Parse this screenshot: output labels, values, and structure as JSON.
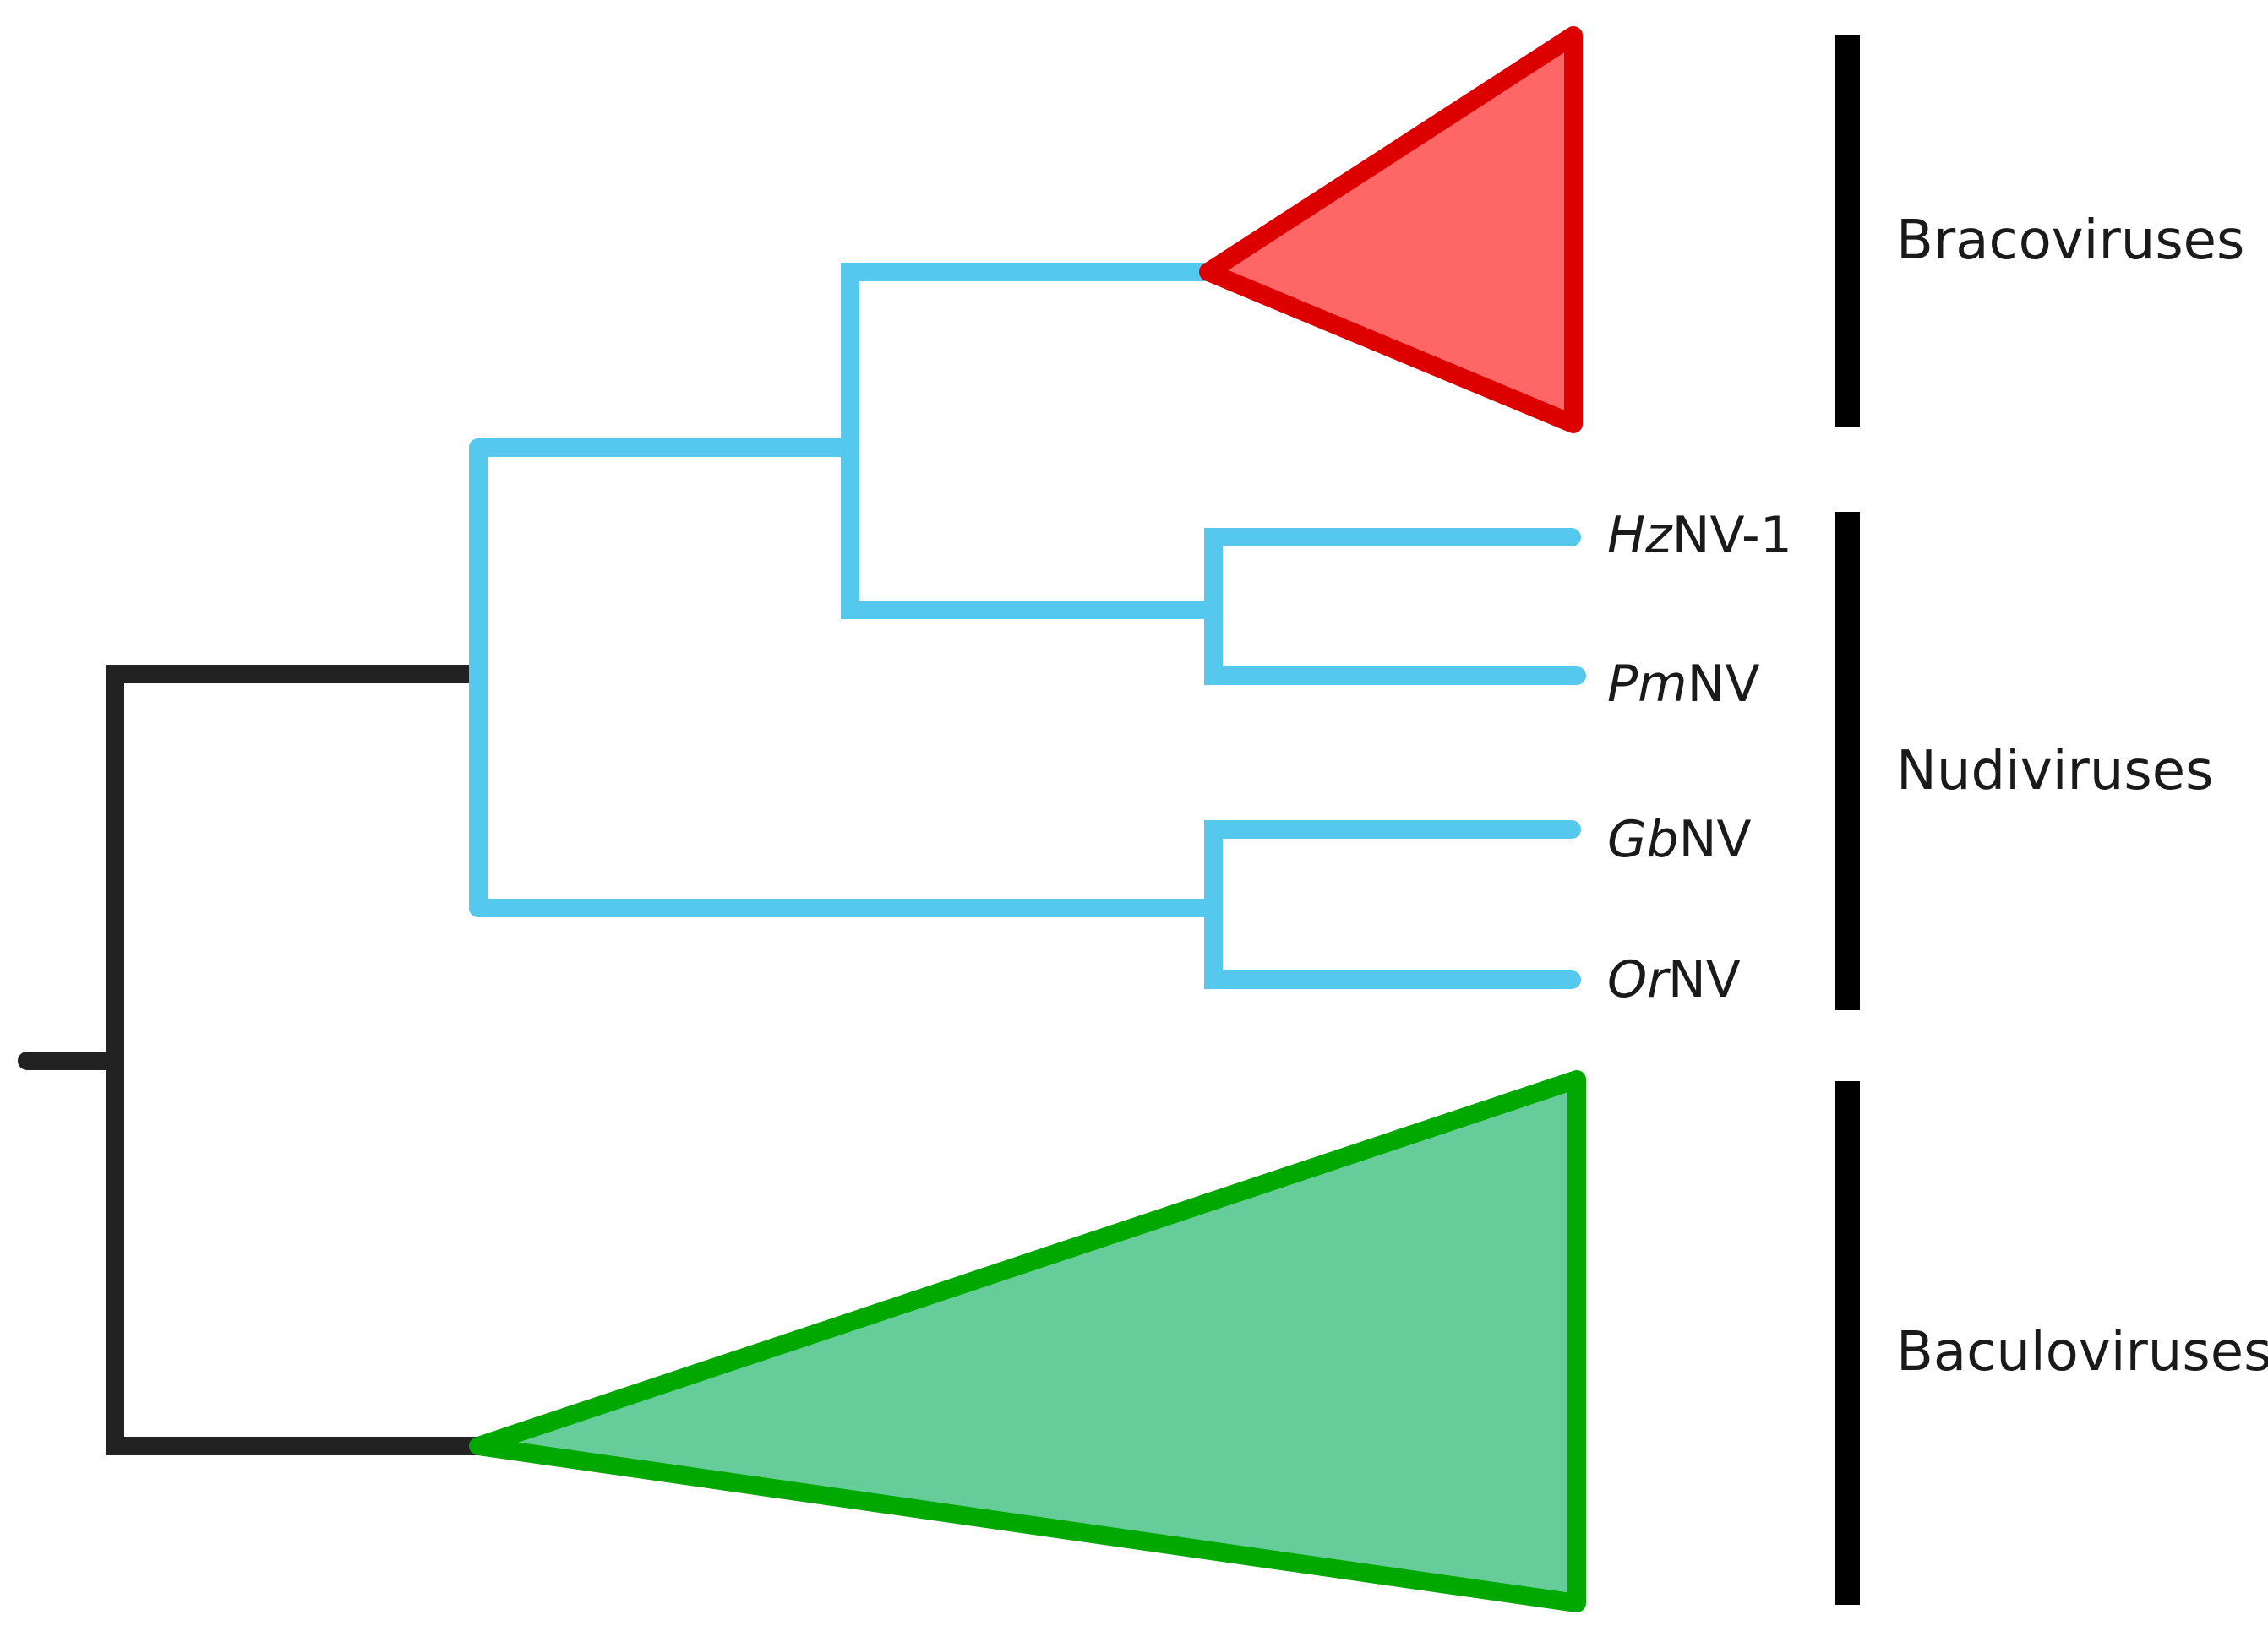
{
  "colors": {
    "root_branch": "#222222",
    "nudivirus_branch": "#55c8ee",
    "bracovirus_stroke": "#dd0000",
    "bracovirus_fill": "#ff6666",
    "baculovirus_stroke": "#00a800",
    "baculovirus_fill": "#66cc99",
    "group_bar": "#000000"
  },
  "taxa": {
    "hznv": {
      "italic": "Hz",
      "rest": "NV-1"
    },
    "pmnv": {
      "italic": "Pm",
      "rest": "NV"
    },
    "gbnv": {
      "italic": "Gb",
      "rest": "NV"
    },
    "ornv": {
      "italic": "Or",
      "rest": "NV"
    }
  },
  "groups": {
    "bracoviruses": "Bracoviruses",
    "nudiviruses": "Nudiviruses",
    "baculoviruses": "Baculoviruses"
  }
}
